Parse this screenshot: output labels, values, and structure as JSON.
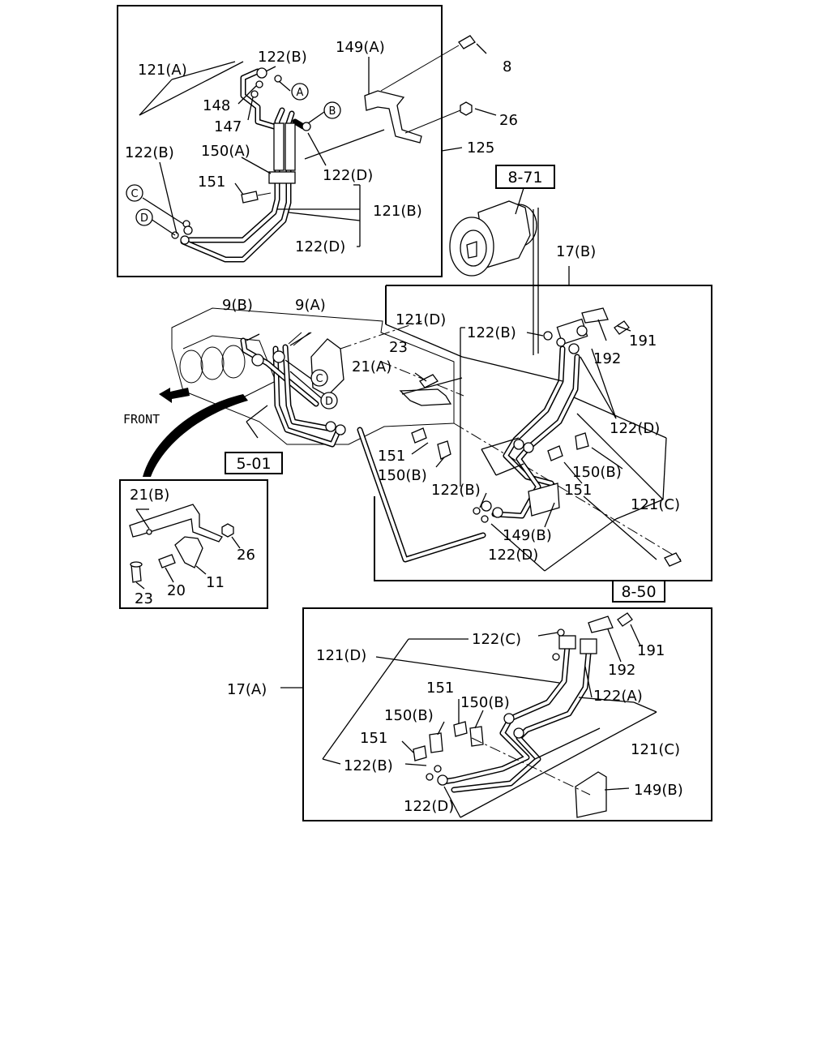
{
  "labels": {
    "l_121A_top": "121(A)",
    "l_122B_top": "122(B)",
    "l_149A": "149(A)",
    "l_8": "8",
    "l_148": "148",
    "l_147": "147",
    "l_26_top": "26",
    "l_122B_left": "122(B)",
    "l_150A": "150(A)",
    "l_122D_top": "122(D)",
    "l_125": "125",
    "l_151_top": "151",
    "l_121B": "121(B)",
    "l_122D_top2": "122(D)",
    "l_17B": "17(B)",
    "l_9B": "9(B)",
    "l_9A": "9(A)",
    "l_121D_mid": "121(D)",
    "l_122B_mid": "122(B)",
    "l_191_mid": "191",
    "l_192_mid": "192",
    "l_23_mid": "23",
    "l_21A": "21(A)",
    "l_front": "FRONT",
    "l_122D_mid": "122(D)",
    "l_151_mid": "151",
    "l_150B_mid_l": "150(B)",
    "l_150B_mid_r": "150(B)",
    "l_151_mid_r": "151",
    "l_121C_mid": "121(C)",
    "l_122B_mid2": "122(B)",
    "l_149B_mid": "149(B)",
    "l_122D_mid2": "122(D)",
    "l_21B": "21(B)",
    "l_26_inset": "26",
    "l_23_inset": "23",
    "l_20": "20",
    "l_11": "11",
    "l_122C_bot": "122(C)",
    "l_191_bot": "191",
    "l_121D_bot": "121(D)",
    "l_192_bot": "192",
    "l_17A": "17(A)",
    "l_151_bot1": "151",
    "l_150B_bot_r": "150(B)",
    "l_122A_bot": "122(A)",
    "l_150B_bot_l": "150(B)",
    "l_151_bot2": "151",
    "l_121C_bot": "121(C)",
    "l_122B_bot": "122(B)",
    "l_149B_bot": "149(B)",
    "l_122D_bot": "122(D)"
  },
  "refs": {
    "r_871": "8-71",
    "r_501": "5-01",
    "r_850": "8-50"
  },
  "circles": {
    "cA_top": "A",
    "cB_top": "B",
    "cC_top": "C",
    "cD_top": "D",
    "cC_mid": "C",
    "cD_mid": "D"
  }
}
